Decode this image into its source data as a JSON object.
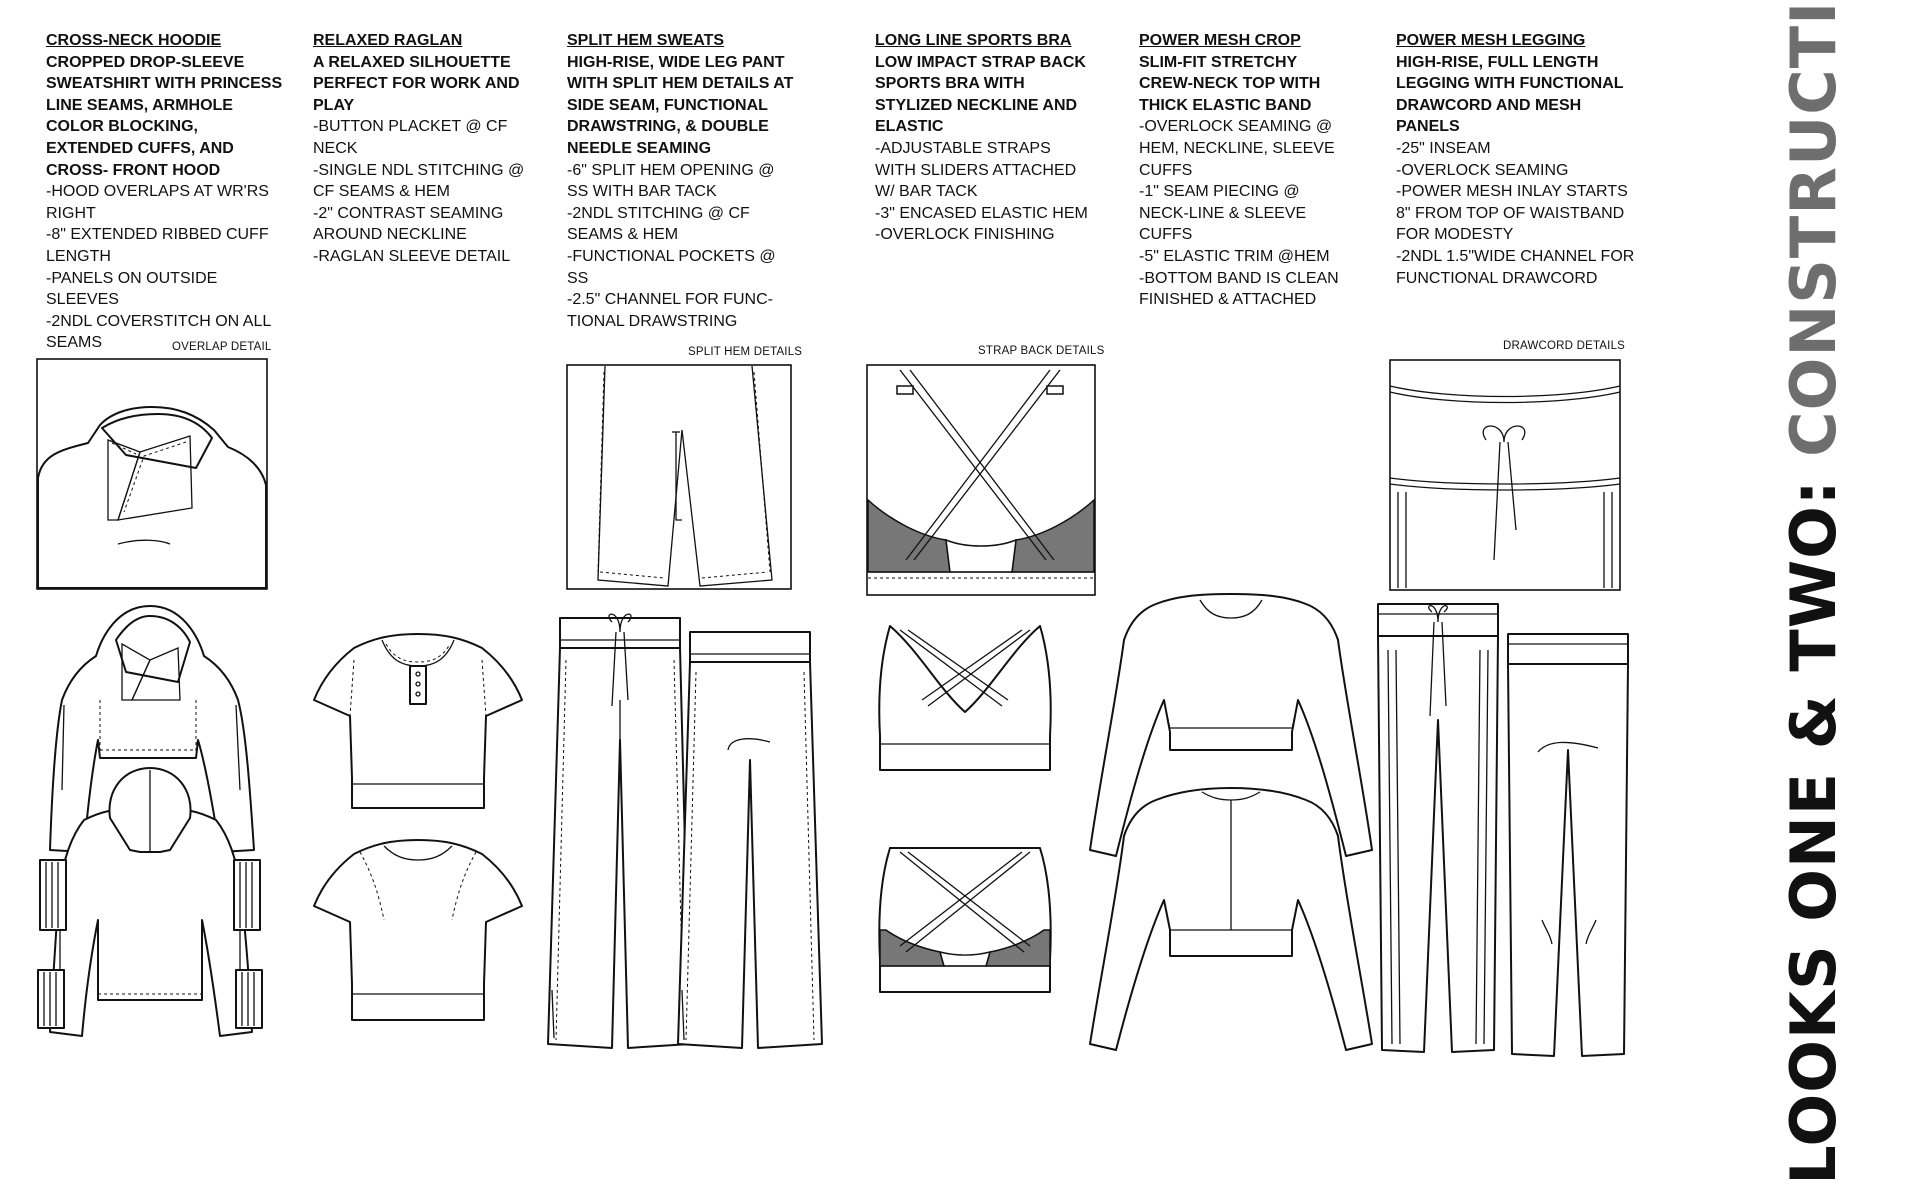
{
  "title": {
    "part1": "LOOKS ONE & TWO: ",
    "part2": "CONSTRUCTION",
    "accent_dark": "#111111",
    "accent_grey": "#6e6e6e"
  },
  "looks": [
    {
      "title": "CROSS-NECK HOODIE",
      "description": "CROPPED DROP-SLEEVE SWEATSHIRT WITH PRINCESS LINE SEAMS, ARMHOLE COLOR BLOCKING, EXTENDED CUFFS, AND CROSS- FRONT HOOD",
      "details": [
        "-HOOD OVERLAPS AT WR'RS RIGHT",
        "-8\" EXTENDED RIBBED CUFF LENGTH",
        "-PANELS ON OUTSIDE SLEEVES",
        "-2NDL COVERSTITCH ON ALL SEAMS"
      ],
      "detail_label": "OVERLAP DETAIL"
    },
    {
      "title": "RELAXED RAGLAN",
      "description": "A RELAXED SILHOUETTE PERFECT FOR WORK AND PLAY",
      "details": [
        "-BUTTON PLACKET @ CF NECK",
        "-SINGLE NDL STITCHING @ CF SEAMS & HEM",
        "-2\" CONTRAST SEAMING AROUND NECKLINE",
        "-RAGLAN SLEEVE DETAIL"
      ],
      "detail_label": ""
    },
    {
      "title": "SPLIT HEM SWEATS",
      "description": "HIGH-RISE, WIDE LEG PANT WITH SPLIT HEM DETAILS AT SIDE SEAM, FUNCTIONAL DRAWSTRING, & DOUBLE NEEDLE SEAMING",
      "details": [
        "-6\" SPLIT HEM OPENING @ SS WITH BAR TACK",
        "-2NDL STITCHING @ CF SEAMS & HEM",
        "-FUNCTIONAL POCKETS @ SS",
        "-2.5\" CHANNEL FOR FUNC- TIONAL DRAWSTRING"
      ],
      "detail_label": "SPLIT HEM DETAILS"
    },
    {
      "title": "LONG LINE SPORTS BRA",
      "description": "LOW IMPACT STRAP BACK SPORTS BRA WITH STYLIZED NECKLINE AND ELASTIC",
      "details": [
        "-ADJUSTABLE STRAPS WITH SLIDERS ATTACHED W/ BAR TACK",
        "-3\" ENCASED ELASTIC HEM",
        "-OVERLOCK FINISHING"
      ],
      "detail_label": "STRAP BACK DETAILS"
    },
    {
      "title": "POWER MESH CROP",
      "description": "SLIM-FIT STRETCHY CREW-NECK TOP WITH THICK ELASTIC BAND",
      "details": [
        "-OVERLOCK SEAMING @ HEM, NECKLINE, SLEEVE CUFFS",
        "-1\" SEAM PIECING @ NECK-LINE & SLEEVE CUFFS",
        "-5\" ELASTIC TRIM @HEM",
        "-BOTTOM BAND IS CLEAN FINISHED & ATTACHED"
      ],
      "detail_label": ""
    },
    {
      "title": "POWER MESH LEGGING",
      "description": "HIGH-RISE, FULL LENGTH LEGGING WITH FUNCTIONAL DRAWCORD AND MESH PANELS",
      "details": [
        "-25\" INSEAM",
        "-OVERLOCK SEAMING",
        "-POWER MESH INLAY STARTS 8\" FROM TOP OF WAISTBAND FOR MODESTY",
        "-2NDL 1.5\"WIDE CHANNEL FOR FUNCTIONAL DRAWCORD"
      ],
      "detail_label": "DRAWCORD DETAILS"
    }
  ]
}
